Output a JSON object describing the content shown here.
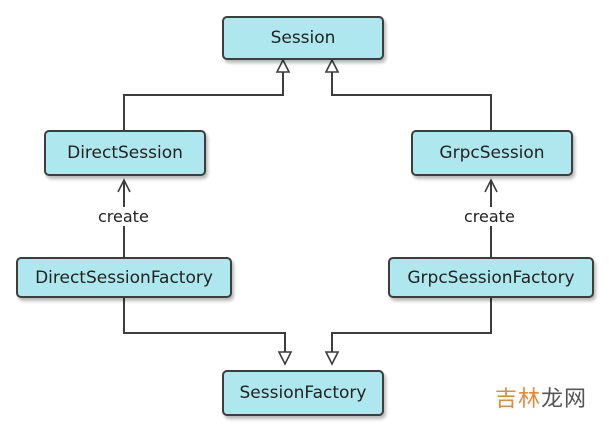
{
  "nodes": {
    "session": "Session",
    "direct_session": "DirectSession",
    "grpc_session": "GrpcSession",
    "direct_session_factory": "DirectSessionFactory",
    "grpc_session_factory": "GrpcSessionFactory",
    "session_factory": "SessionFactory"
  },
  "edge_labels": {
    "left_create": "create",
    "right_create": "create"
  },
  "watermark": {
    "accent_part": "吉林",
    "rest": "龙网"
  },
  "colors": {
    "node_fill": "#aee8ee",
    "node_border": "#3d3d3d",
    "line": "#3d3d3d",
    "watermark_accent": "#e2893b"
  }
}
